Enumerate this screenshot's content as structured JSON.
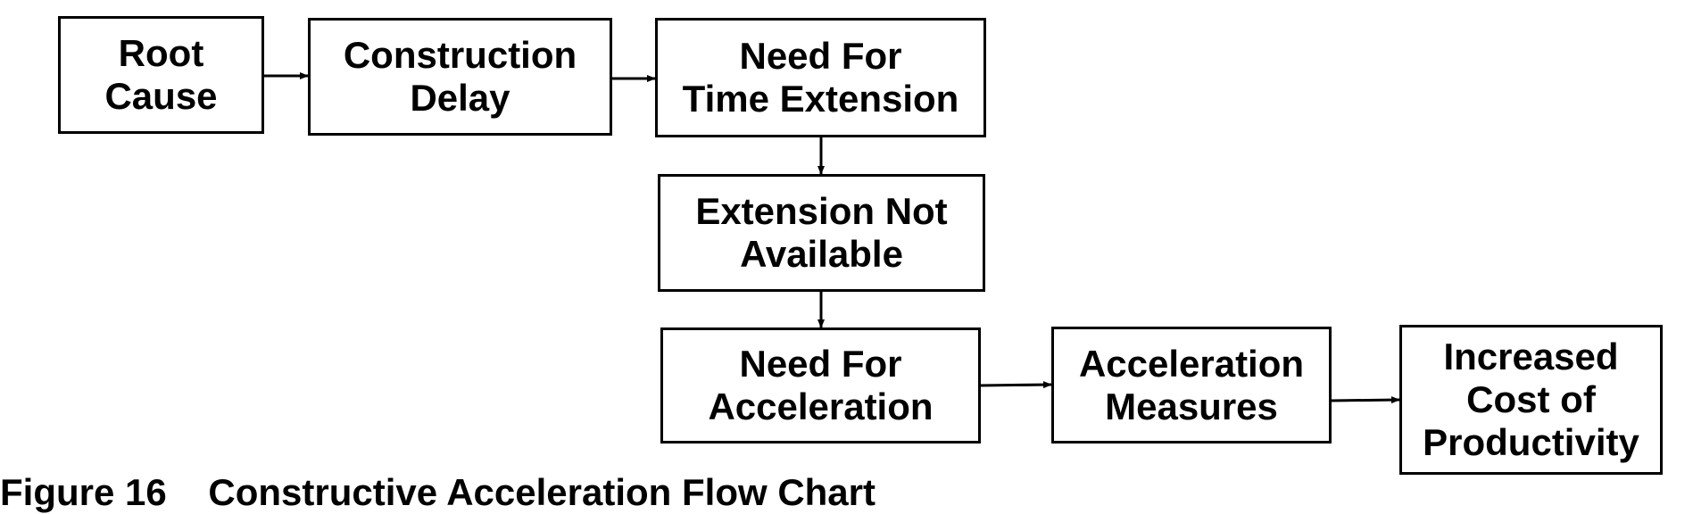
{
  "diagram": {
    "nodes": {
      "root_cause": [
        "Root",
        "Cause"
      ],
      "construction_delay": [
        "Construction",
        "Delay"
      ],
      "need_time_extension": [
        "Need For",
        "Time Extension"
      ],
      "extension_not_available": [
        "Extension Not",
        "Available"
      ],
      "need_acceleration": [
        "Need For",
        "Acceleration"
      ],
      "acceleration_measures": [
        "Acceleration",
        "Measures"
      ],
      "increased_cost": [
        "Increased",
        "Cost of",
        "Productivity"
      ]
    },
    "edges": [
      {
        "from": "root_cause",
        "to": "construction_delay"
      },
      {
        "from": "construction_delay",
        "to": "need_time_extension"
      },
      {
        "from": "need_time_extension",
        "to": "extension_not_available"
      },
      {
        "from": "extension_not_available",
        "to": "need_acceleration"
      },
      {
        "from": "need_acceleration",
        "to": "acceleration_measures"
      },
      {
        "from": "acceleration_measures",
        "to": "increased_cost"
      }
    ],
    "colors": {
      "stroke": "#000000",
      "fill": "#ffffff",
      "text": "#000000"
    }
  },
  "caption": "Figure 16    Constructive Acceleration Flow Chart"
}
